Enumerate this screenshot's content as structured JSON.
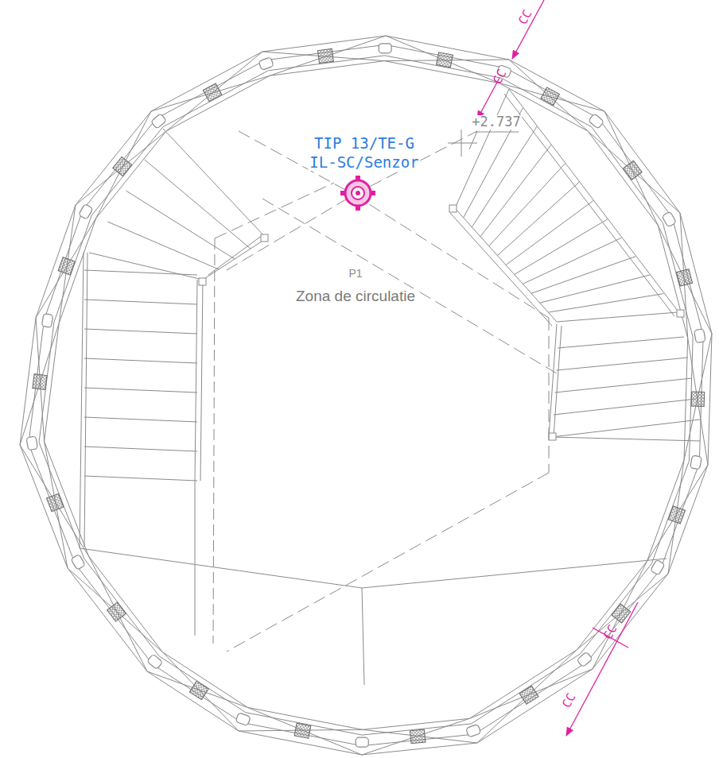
{
  "diagram": {
    "labels": [
      "CC",
      "CC",
      "TIP 13/TE-G",
      "IL-SC/Senzor",
      "+2.737",
      "P1",
      "Zona de circulatie",
      "CC",
      "CC"
    ]
  }
}
